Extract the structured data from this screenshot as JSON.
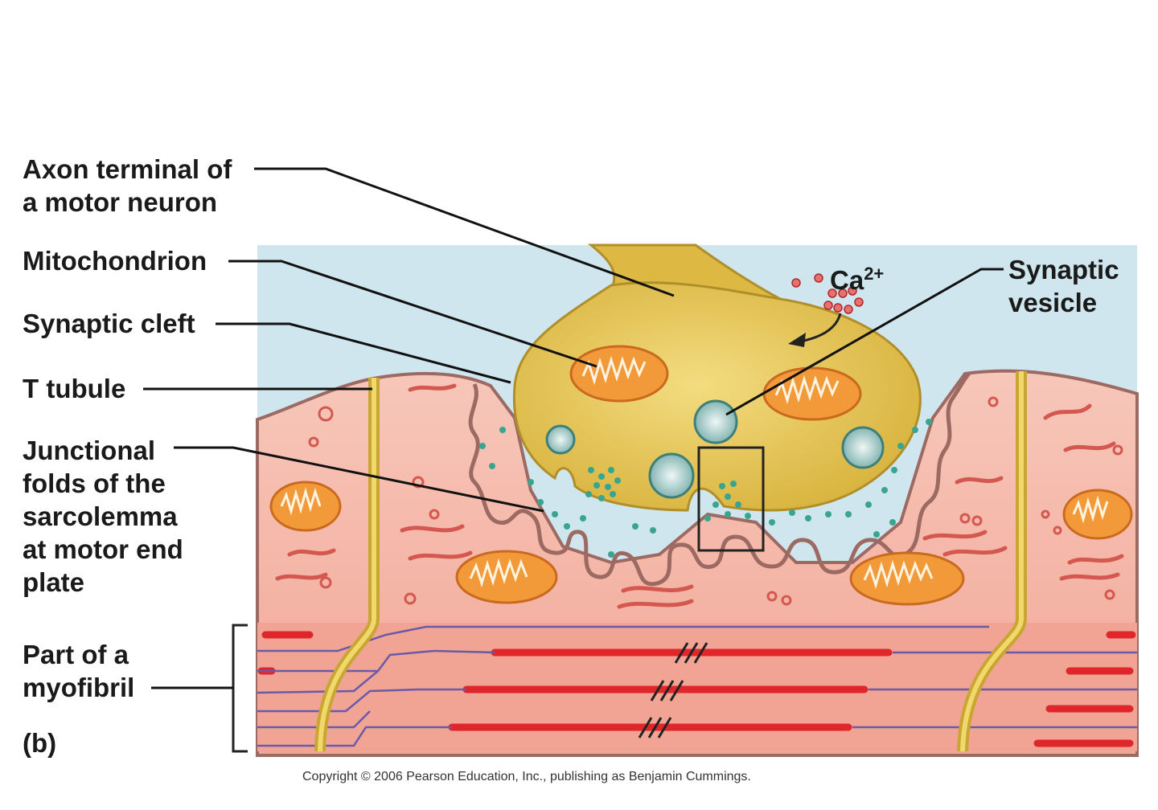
{
  "labels": {
    "axon_terminal": [
      "Axon terminal of",
      "a motor neuron"
    ],
    "mitochondrion": "Mitochondrion",
    "synaptic_cleft": "Synaptic cleft",
    "t_tubule": "T tubule",
    "junctional_folds": [
      "Junctional",
      "folds of the",
      "sarcolemma",
      "at motor end",
      "plate"
    ],
    "myofibril": [
      "Part of a",
      "myofibril"
    ],
    "panel": "(b)",
    "calcium_base": "Ca",
    "calcium_charge": "2+",
    "synaptic_vesicle": [
      "Synaptic",
      "vesicle"
    ]
  },
  "copyright": "Copyright © 2006 Pearson Education, Inc., publishing as Benjamin Cummings.",
  "colors": {
    "extracellular_fluid": "#cfe6ee",
    "muscle_fiber": "#f4b5a5",
    "axon_terminal": "#e6c75c",
    "mitochondrion": "#f29a3a",
    "vesicle": "#9ac7c3",
    "acetylcholine_dot": "#3aa58f",
    "calcium_dot": "#d94040",
    "myofilament": "#e0262b"
  }
}
